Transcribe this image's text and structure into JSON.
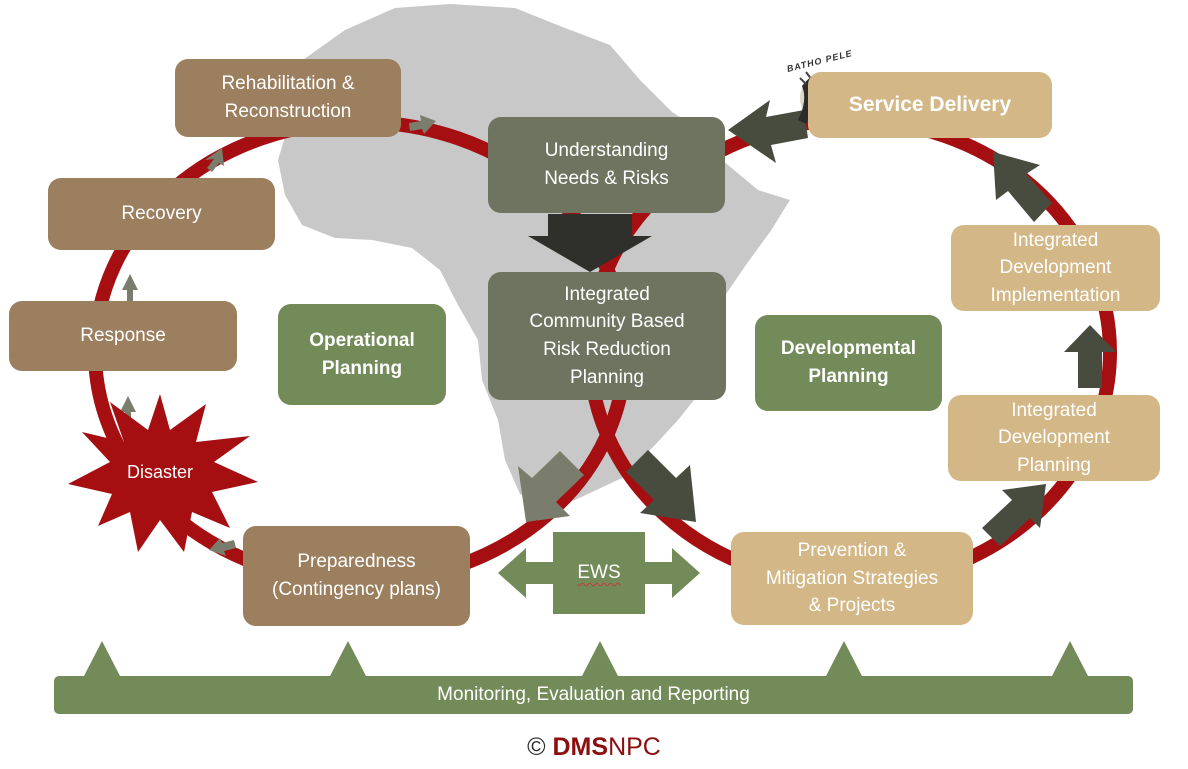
{
  "center": {
    "understanding": "Understanding\nNeeds & Risks",
    "icbrr": "Integrated\nCommunity Based\nRisk Reduction\nPlanning"
  },
  "left_cycle": {
    "rehabilitation": "Rehabilitation &\nReconstruction",
    "recovery": "Recovery",
    "response": "Response",
    "disaster": "Disaster",
    "preparedness": "Preparedness\n(Contingency plans)",
    "label": "Operational\nPlanning"
  },
  "right_cycle": {
    "service_delivery": "Service Delivery",
    "idi": "Integrated\nDevelopment\nImplementation",
    "idp": "Integrated\nDevelopment\nPlanning",
    "prevention": "Prevention &\nMitigation Strategies\n& Projects",
    "label": "Developmental\nPlanning"
  },
  "ews": "EWS",
  "monitoring": "Monitoring, Evaluation and Reporting",
  "logo_text": "BATHO PELE",
  "footer": {
    "copyright": "©",
    "brand": "DMS",
    "suffix": "NPC"
  },
  "colors": {
    "cycle_red": "#a50f12",
    "brown_box": "#9b7f5f",
    "tan_box": "#d3b786",
    "grey_box": "#6f7461",
    "green_box": "#738a59",
    "africa": "#c8c8c8",
    "arrow_dark": "#474c3e"
  }
}
